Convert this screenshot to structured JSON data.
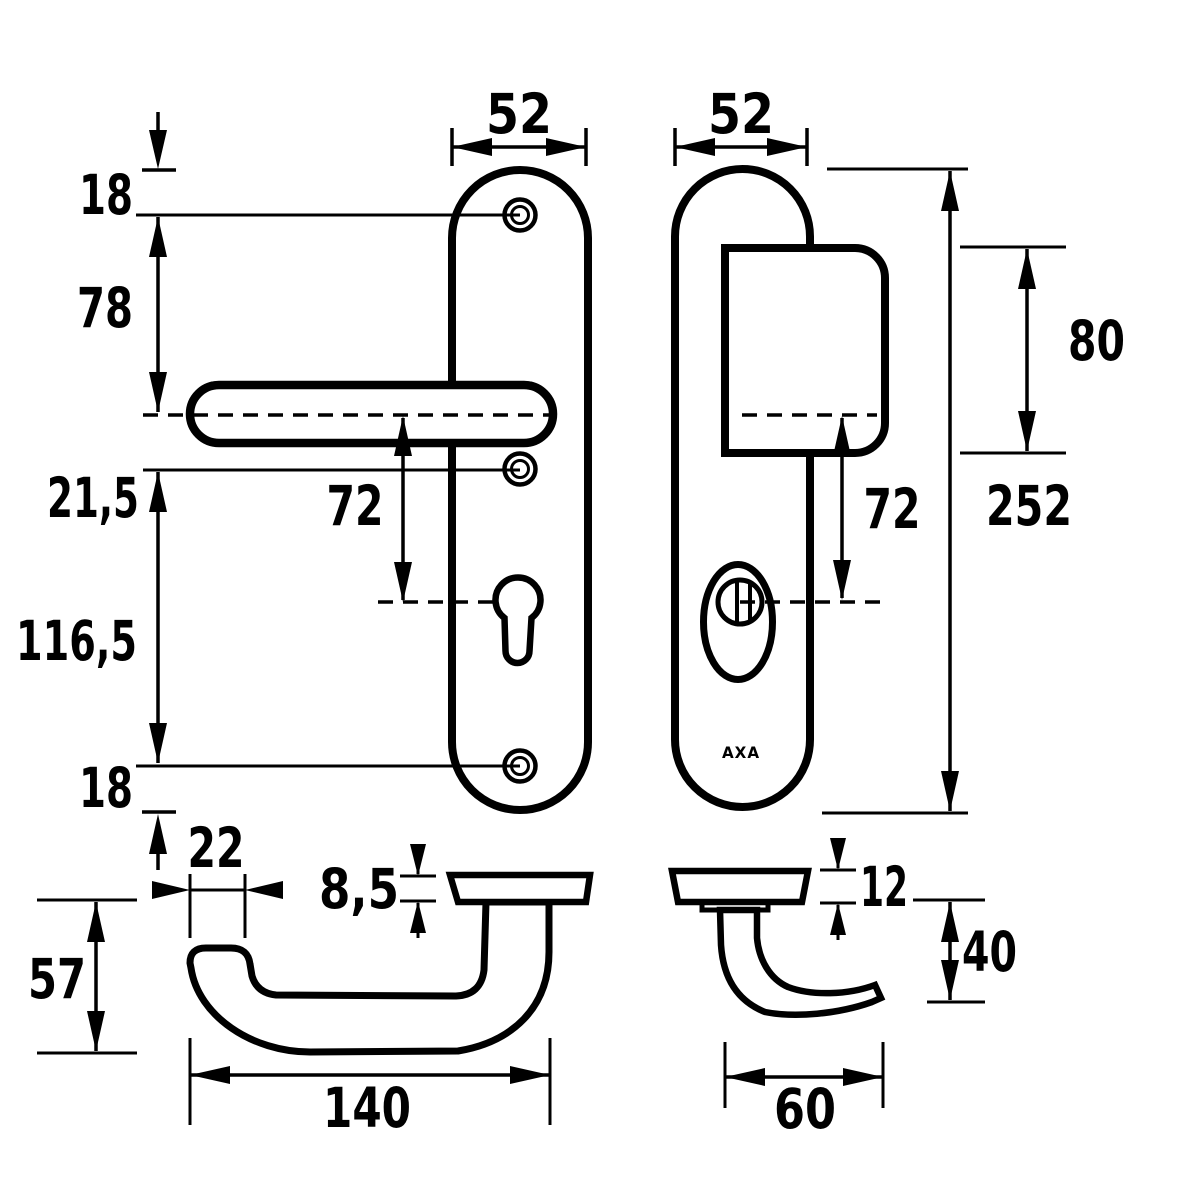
{
  "meta": {
    "drawing_type": "door hardware dimension drawing",
    "brand": "AXA",
    "line_color": "#000000",
    "background": "#ffffff"
  },
  "front_handle": {
    "view_name": "front view lever handle long backplate",
    "width": "52",
    "edge_to_top_screw": "18",
    "top_screw_to_handle": "78",
    "handle_to_screw": "21,5",
    "screw_spacing": "116,5",
    "bottom_screw_to_edge": "18",
    "handle_to_cylinder": "72"
  },
  "front_shield": {
    "view_name": "front view security shield plate",
    "width": "52",
    "cover_height": "80",
    "handle_to_cylinder": "72",
    "total_height": "252",
    "brand": "AXA"
  },
  "side_handle": {
    "view_name": "side view lever handle",
    "grip_width": "22",
    "rose_thickness": "8,5",
    "grip_depth": "57",
    "grip_length": "140"
  },
  "side_shield": {
    "view_name": "side view shield pull",
    "rose_thickness": "12",
    "projection": "40",
    "width": "60"
  }
}
